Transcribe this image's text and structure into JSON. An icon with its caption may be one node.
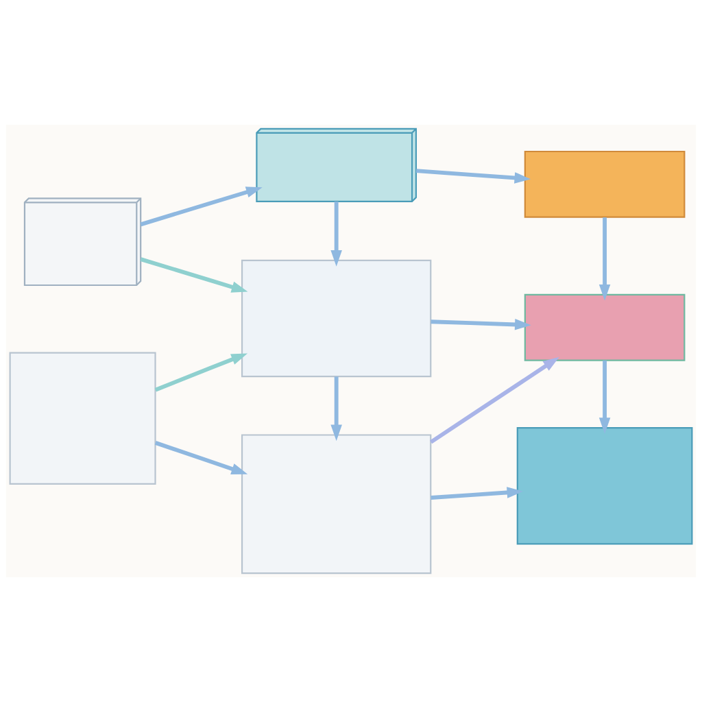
{
  "diagram": {
    "nodes": [
      {
        "text": [],
        "shape": "box"
      },
      {
        "text": [],
        "shape": "box"
      },
      {
        "text": [],
        "shape": "bar"
      },
      {
        "text": [],
        "shape": "box"
      },
      {
        "text": [],
        "shape": "ellipse"
      },
      {
        "text": [],
        "shape": "box"
      },
      {
        "text": [],
        "shape": "box"
      },
      {
        "text": [],
        "shape": "bar"
      }
    ],
    "edges": [
      {
        "from": 0,
        "to": 1,
        "arrow": "to"
      },
      {
        "from": 1,
        "to": 2,
        "arrow": "to"
      },
      {
        "from": 1,
        "to": 3,
        "arrow": "to"
      },
      {
        "from": 2,
        "to": 4,
        "arrow": "to"
      },
      {
        "from": 0,
        "to": 3,
        "arrow": "to",
        "color": "#8fd0cf"
      },
      {
        "from": 5,
        "to": 3,
        "arrow": "to",
        "color": "#8fd0cf"
      },
      {
        "from": 3,
        "to": 4,
        "arrow": "to"
      },
      {
        "from": 3,
        "to": 6,
        "arrow": "to"
      },
      {
        "from": 6,
        "to": 4,
        "arrow": "to",
        "color": "#a9b4e8"
      },
      {
        "from": 5,
        "to": 6,
        "arrow": "to"
      },
      {
        "from": 6,
        "to": 7,
        "arrow": "to"
      },
      {
        "from": 4,
        "to": 7,
        "arrow": "to"
      }
    ]
  }
}
